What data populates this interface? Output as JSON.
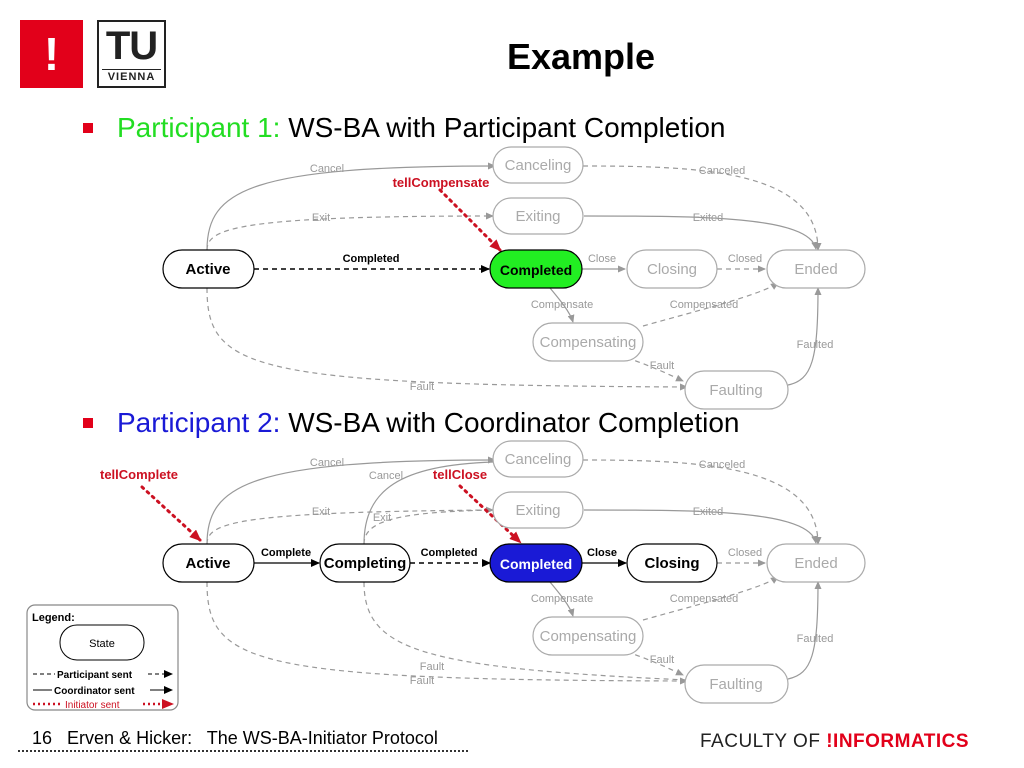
{
  "logo": {
    "exclaim": "!",
    "tu": "TU",
    "vienna": "VIENNA"
  },
  "title": "Example",
  "participant1": {
    "label": "Participant 1:",
    "text": " WS-BA with Participant Completion"
  },
  "participant2": {
    "label": "Participant 2:",
    "text": " WS-BA with Coordinator Completion"
  },
  "diagram1": {
    "states": {
      "canceling": "Canceling",
      "exiting": "Exiting",
      "active": "Active",
      "completed": "Completed",
      "closing": "Closing",
      "ended": "Ended",
      "compensating": "Compensating",
      "faulting": "Faulting"
    },
    "edges": {
      "cancel": "Cancel",
      "exit": "Exit",
      "completed": "Completed",
      "close": "Close",
      "closed": "Closed",
      "canceled": "Canceled",
      "exited": "Exited",
      "compensate": "Compensate",
      "compensated": "Compensated",
      "fault": "Fault",
      "fault2": "Fault",
      "faulted": "Faulted"
    },
    "initiator": "tellCompensate"
  },
  "diagram2": {
    "states": {
      "canceling": "Canceling",
      "exiting": "Exiting",
      "active": "Active",
      "completing": "Completing",
      "completed": "Completed",
      "closing": "Closing",
      "ended": "Ended",
      "compensating": "Compensating",
      "faulting": "Faulting"
    },
    "edges": {
      "cancel": "Cancel",
      "cancel2": "Cancel",
      "exit": "Exit",
      "exit2": "Exit",
      "complete": "Complete",
      "completed": "Completed",
      "close": "Close",
      "closed": "Closed",
      "canceled": "Canceled",
      "exited": "Exited",
      "compensate": "Compensate",
      "compensated": "Compensated",
      "fault": "Fault",
      "fault2": "Fault",
      "fault3": "Fault",
      "faulted": "Faulted"
    },
    "initiators": {
      "complete": "tellComplete",
      "close": "tellClose"
    }
  },
  "legend": {
    "title": "Legend:",
    "state": "State",
    "participant": "Participant sent",
    "coordinator": "Coordinator sent",
    "initiator": "Initiator sent"
  },
  "footer": {
    "page": "16",
    "authors": "Erven & Hicker:",
    "topic": "The WS-BA-Initiator Protocol",
    "faculty": "FACULTY  OF  ",
    "informatics": "!INFORMATICS"
  },
  "colors": {
    "tu_red": "#e2001a",
    "participant1": "#22dd22",
    "participant2": "#1a1ad6",
    "completed1_fill": "#22ee22",
    "completed2_fill": "#1a1ad6",
    "initiator": "#cc1122",
    "grey": "#999999"
  }
}
